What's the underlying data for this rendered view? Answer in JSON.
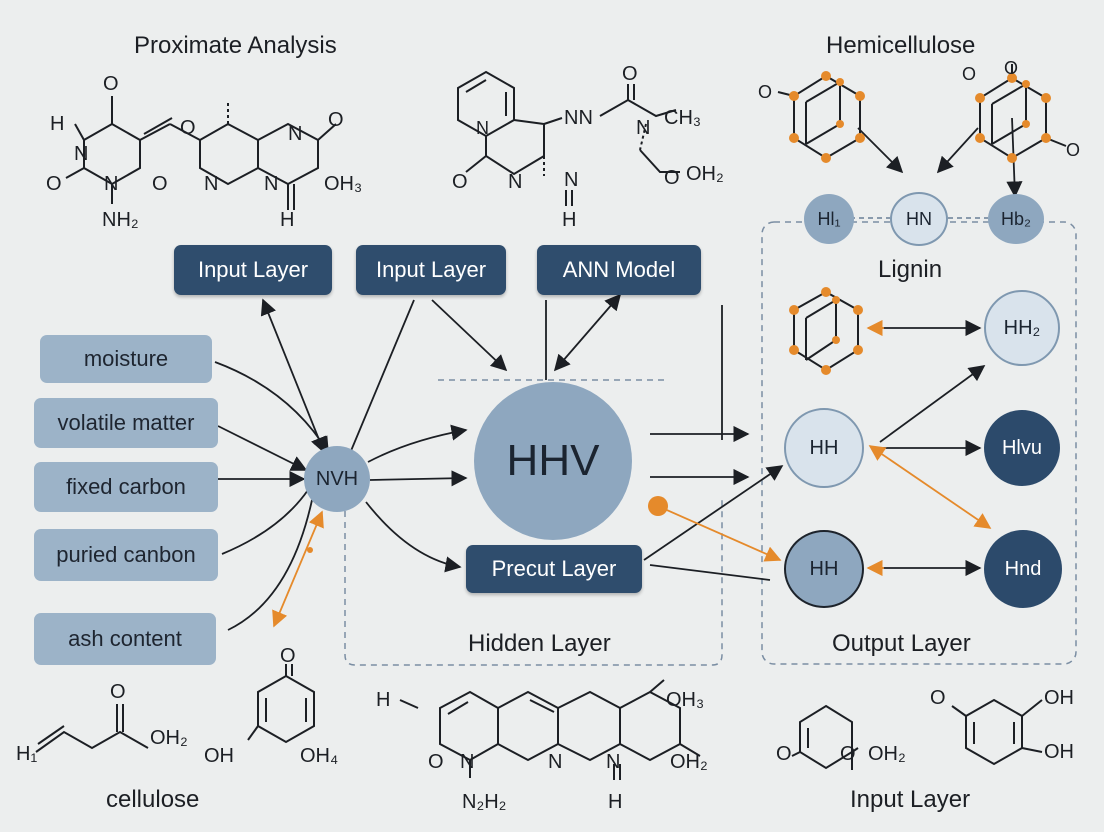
{
  "titles": {
    "proximate": "Proximate Analysis",
    "hemicellulose": "Hemicellulose",
    "lignin": "Lignin",
    "hidden_layer": "Hidden Layer",
    "output_layer": "Output Layer",
    "cellulose": "cellulose",
    "input_layer_bottom": "Input Layer"
  },
  "top_boxes": {
    "input_layer_1": "Input Layer",
    "input_layer_2": "Input Layer",
    "ann_model": "ANN Model"
  },
  "inputs": [
    "moisture",
    "volatile matter",
    "fixed carbon",
    "puried canbon",
    "ash content"
  ],
  "nodes": {
    "nvh": "NVH",
    "hhv": "HHV",
    "precut_layer": "Precut Layer",
    "hl1": "Hl₁",
    "hn": "HN",
    "hb2": "Hb₂",
    "hh2": "HH₂",
    "hh_mid": "HH",
    "hlvu": "Hlvu",
    "hh_low": "HH",
    "hnd": "Hnd"
  },
  "molecules": {
    "m1": [
      "O",
      "H",
      "N",
      "O",
      "N",
      "NH₂",
      "O",
      "O",
      "N",
      "N",
      "H",
      "N",
      "O",
      "OH₃",
      "H"
    ],
    "m2": [
      "N",
      "O",
      "N",
      "NN",
      "O",
      "N",
      "CH₃",
      "N",
      "H",
      "O",
      "OH₂"
    ],
    "m_cell1": [
      "O",
      "H₁",
      "OH₂"
    ],
    "m_cell2": [
      "O",
      "OH",
      "OH₄"
    ],
    "m_bottom": [
      "H",
      "OH₃",
      "O",
      "N",
      "N",
      "N",
      "OH₂",
      "N₂H₂",
      "H"
    ],
    "m_right": [
      "O",
      "O",
      "OH₂",
      "O",
      "OH",
      "OH"
    ],
    "m_hemi": [
      "O",
      "O",
      "O",
      "O"
    ]
  },
  "colors": {
    "dark_box": "#2f4d6d",
    "light_box": "#9cb3c8",
    "node_mid": "#8ea7bf",
    "accent_orange": "#e58a2b",
    "dashed_border": "#7b8ea3"
  }
}
